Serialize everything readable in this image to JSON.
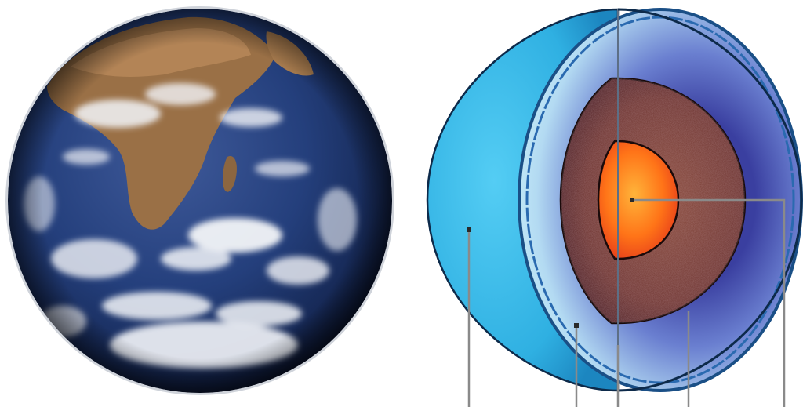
{
  "figure": {
    "panels": [
      {
        "id": "earth-photo",
        "depicts": "earth-globe"
      },
      {
        "id": "earth-interior-cutaway",
        "depicts": "layered-interior"
      }
    ],
    "layers": [
      "crust",
      "mantle",
      "outer-core",
      "inner-core"
    ],
    "leader_lines": 5,
    "colors": {
      "ocean": "#1e3570",
      "land": "#9a7046",
      "clouds": "#f2f4f8",
      "crust": "#34b6e6",
      "mantle": "#6f86d2",
      "outer_core": "#7a3b34",
      "inner_core": "#ff7b14",
      "leader": "#8a8a8a"
    }
  }
}
